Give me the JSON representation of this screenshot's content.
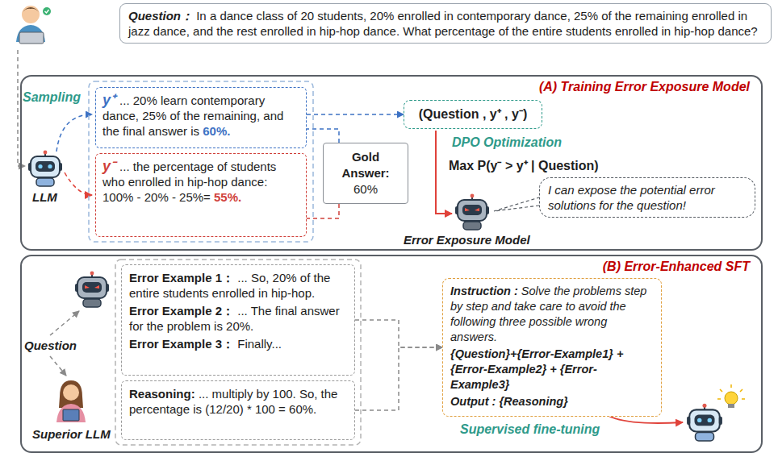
{
  "diagram": {
    "nodes": [
      {
        "text": [
          "Question：",
          "In a dance class of 20 students, 20% enrolled in contemporary dance, 25% of the remaining enrolled in jazz dance, and the rest enrolled in hip-hop dance. What percentage of the entire students enrolled in hip-hop dance?"
        ]
      },
      {
        "text": [
          "(A) Training Error Exposure Model"
        ]
      },
      {
        "text": [
          "y⁺",
          "... 20% learn contemporary dance, 25% of the remaining, and the final answer is",
          "60%."
        ],
        "in": 1
      },
      {
        "text": [
          "y⁻",
          "... the percentage of students who enrolled in hip-hop dance: 100% - 20% - 25%=",
          "55%."
        ],
        "in": 1
      },
      {
        "text": [
          "Gold Answer:",
          "60%"
        ],
        "in": 1
      },
      {
        "text": [
          "(Question , y⁺ , y⁻)"
        ],
        "in": 1
      },
      {
        "text": [
          "I can expose the potential error solutions for the question!"
        ],
        "in": 1
      },
      {
        "text": [
          "(B) Error-Enhanced SFT"
        ]
      },
      {
        "text": [
          "Error Example 1：",
          "... So, 20% of the entire students enrolled in hip-hop.",
          "Error Example 2：",
          "... The final answer for the problem is 20%.",
          "Error Example 3：",
          "Finally..."
        ],
        "in": 7
      },
      {
        "text": [
          "Reasoning:",
          "... multiply by 100. So, the percentage is (12/20) * 100 = 60%."
        ],
        "in": 7
      },
      {
        "text": [
          "Instruction :",
          "Solve the problems step by step and take care to avoid the following three possible wrong answers.",
          "{Question}+{Error-Example1} + {Error-Example2} + {Error-Example3}",
          "Output :",
          "{Reasoning}"
        ],
        "in": 7
      }
    ],
    "edges": [
      {
        "from": 2,
        "to": 5,
        "arrow": "to"
      },
      {
        "from": 4,
        "to": 2,
        "arrow": "none"
      },
      {
        "from": 4,
        "to": 3,
        "arrow": "none"
      },
      {
        "from": 8,
        "to": 10,
        "arrow": "to"
      },
      {
        "from": 9,
        "to": 10,
        "arrow": "to"
      }
    ],
    "labels": [
      "Sampling",
      "LLM",
      "DPO Optimization",
      "Max P(y⁻ > y⁺ | Question)",
      "Error Exposure Model",
      "Question",
      "Superior LLM",
      "Supervised fine-tuning"
    ]
  }
}
